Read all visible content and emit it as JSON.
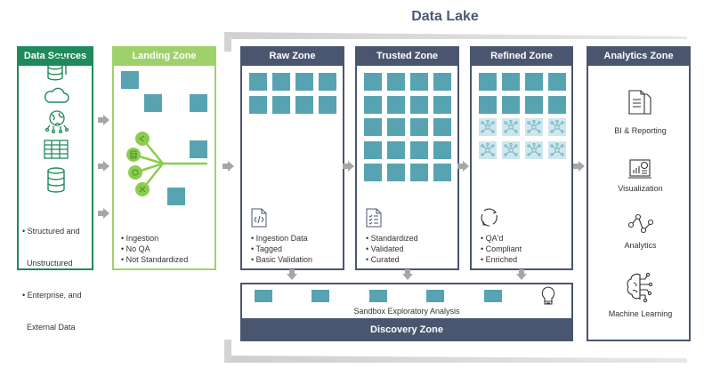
{
  "title": "Data Lake",
  "zones": {
    "data_sources": {
      "label": "Data Sources",
      "icons": [
        "database-stack-icon",
        "cloud-icon",
        "globe-network-icon",
        "table-grid-icon",
        "database-icon"
      ],
      "bullets": [
        "• Structured and",
        "  Unstructured",
        "• Enterprise, and",
        "  External Data"
      ]
    },
    "landing": {
      "label": "Landing Zone",
      "hub_icons": [
        "share-icon",
        "list-icon",
        "gear-icon",
        "network-icon"
      ],
      "bullets": [
        "• Ingestion",
        "• No QA",
        "• Not Standardized"
      ]
    },
    "raw": {
      "label": "Raw Zone",
      "icon": "code-file-icon",
      "bullets": [
        "• Ingestion Data",
        "• Tagged",
        "• Basic Validation"
      ]
    },
    "trusted": {
      "label": "Trusted Zone",
      "icon": "checklist-icon",
      "bullets": [
        "• Standardized",
        "• Validated",
        "• Curated"
      ]
    },
    "refined": {
      "label": "Refined Zone",
      "icon": "refresh-cycle-icon",
      "bullets": [
        "• QA'd",
        "• Compliant",
        "• Enriched"
      ]
    },
    "analytics": {
      "label": "Analytics Zone",
      "items": [
        {
          "label": "BI & Reporting",
          "icon": "documents-icon"
        },
        {
          "label": "Visualization",
          "icon": "dashboard-icon"
        },
        {
          "label": "Analytics",
          "icon": "line-nodes-icon"
        },
        {
          "label": "Machine Learning",
          "icon": "brain-circuit-icon"
        }
      ]
    },
    "discovery": {
      "label": "Discovery Zone",
      "sandbox_label": "Sandbox Exploratory Analysis",
      "icon": "lightbulb-icon"
    }
  },
  "colors": {
    "data_sources": "#1f8a5a",
    "landing": "#9fd16a",
    "lake_zone": "#4a5670",
    "data_block": "#57a3b2",
    "network_block": "#cfe6ec",
    "arrow": "#a6a6a6"
  }
}
